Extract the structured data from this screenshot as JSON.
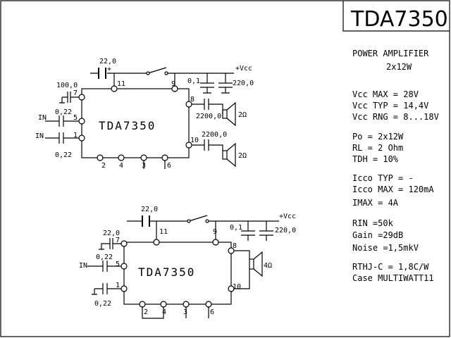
{
  "title": "TDA7350",
  "subtitle": [
    "POWER  AMPLIFIER",
    "2x12W"
  ],
  "specs_group1": [
    "Vcc MAX = 28V",
    "Vcc TYP = 14,4V",
    "Vcc RNG = 8...18V"
  ],
  "specs_group2": [
    "Po  = 2x12W",
    "RL  = 2 Ohm",
    "TDH = 10%"
  ],
  "specs_group3": [
    "Icco TYP = -",
    "Icco MAX = 120mA",
    "IMAX =    4A"
  ],
  "specs_group4": [
    "RIN  =50k",
    "Gain =29dB",
    "Noise =1,5mkV"
  ],
  "specs_group5": [
    "RTHJ-C = 1,8C/W",
    "Case MULTIWATT11"
  ],
  "circuit1": {
    "chip_label": "TDA7350",
    "vcc": "+Vcc",
    "in_labels": [
      "IN",
      "IN"
    ],
    "components": [
      "22,0",
      "100,0",
      "0,22",
      "0,22",
      "0,1",
      "220,0",
      "2200,0",
      "2200,0",
      "2Ω",
      "2Ω"
    ],
    "pins": [
      "11",
      "9",
      "7",
      "5",
      "1",
      "8",
      "10",
      "2",
      "4",
      "3",
      "6"
    ]
  },
  "circuit2": {
    "chip_label": "TDA7350",
    "vcc": "+Vcc",
    "in_label": "IN",
    "components": [
      "22,0",
      "22,0",
      "0,22",
      "0,22",
      "0,1",
      "220,0",
      "4Ω"
    ],
    "pins": [
      "11",
      "9",
      "7",
      "5",
      "1",
      "8",
      "10",
      "2",
      "4",
      "3",
      "6"
    ]
  }
}
